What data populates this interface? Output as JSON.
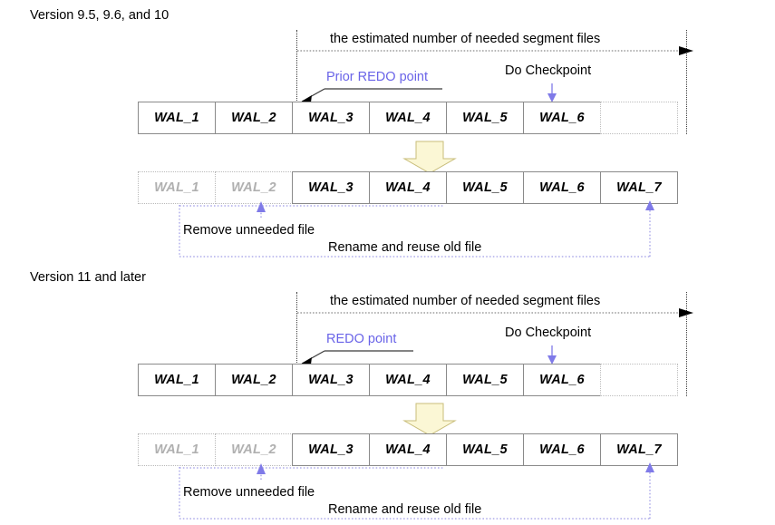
{
  "page": {
    "title": "PostgreSQL WAL segment file recycling",
    "background": "#ffffff"
  },
  "colors": {
    "accent_blue": "#6a64e8",
    "arrow_blue": "#7f7ae8",
    "box_border": "#8a8a8a",
    "ghost_border": "#bdbdbd",
    "ghost_text": "#b0b0b0",
    "big_arrow_fill": "#fbf7d5",
    "big_arrow_border": "#c8bd7a",
    "text": "#000000"
  },
  "sections": [
    {
      "id": "v95",
      "title": "Version 9.5, 9.6, and 10",
      "span_label": "the estimated number of needed segment files",
      "redo_label": "Prior REDO point",
      "checkpoint_label": "Do Checkpoint",
      "remove_label": "Remove unneeded file",
      "rename_label": "Rename and reuse old file",
      "row_before": [
        {
          "label": "WAL_1",
          "state": "active"
        },
        {
          "label": "WAL_2",
          "state": "active"
        },
        {
          "label": "WAL_3",
          "state": "active"
        },
        {
          "label": "WAL_4",
          "state": "active"
        },
        {
          "label": "WAL_5",
          "state": "active"
        },
        {
          "label": "WAL_6",
          "state": "active"
        },
        {
          "label": "",
          "state": "empty"
        }
      ],
      "row_after": [
        {
          "label": "WAL_1",
          "state": "removed"
        },
        {
          "label": "WAL_2",
          "state": "removed"
        },
        {
          "label": "WAL_3",
          "state": "active"
        },
        {
          "label": "WAL_4",
          "state": "active"
        },
        {
          "label": "WAL_5",
          "state": "active"
        },
        {
          "label": "WAL_6",
          "state": "active"
        },
        {
          "label": "WAL_7",
          "state": "active"
        }
      ]
    },
    {
      "id": "v11",
      "title": "Version 11 and later",
      "span_label": "the estimated number of needed segment files",
      "redo_label": "REDO point",
      "checkpoint_label": "Do Checkpoint",
      "remove_label": "Remove unneeded file",
      "rename_label": "Rename and reuse old file",
      "row_before": [
        {
          "label": "WAL_1",
          "state": "active"
        },
        {
          "label": "WAL_2",
          "state": "active"
        },
        {
          "label": "WAL_3",
          "state": "active"
        },
        {
          "label": "WAL_4",
          "state": "active"
        },
        {
          "label": "WAL_5",
          "state": "active"
        },
        {
          "label": "WAL_6",
          "state": "active"
        },
        {
          "label": "",
          "state": "empty"
        }
      ],
      "row_after": [
        {
          "label": "WAL_1",
          "state": "removed"
        },
        {
          "label": "WAL_2",
          "state": "removed"
        },
        {
          "label": "WAL_3",
          "state": "active"
        },
        {
          "label": "WAL_4",
          "state": "active"
        },
        {
          "label": "WAL_5",
          "state": "active"
        },
        {
          "label": "WAL_6",
          "state": "active"
        },
        {
          "label": "WAL_7",
          "state": "active"
        }
      ]
    }
  ],
  "icons": {
    "transform_arrow": "down-block-arrow-icon",
    "span_arrow": "right-arrow-icon",
    "redo_arrow": "diagonal-arrow-icon",
    "checkpoint_arrow": "down-arrow-icon",
    "recycle_arrow": "up-arrow-icon"
  }
}
